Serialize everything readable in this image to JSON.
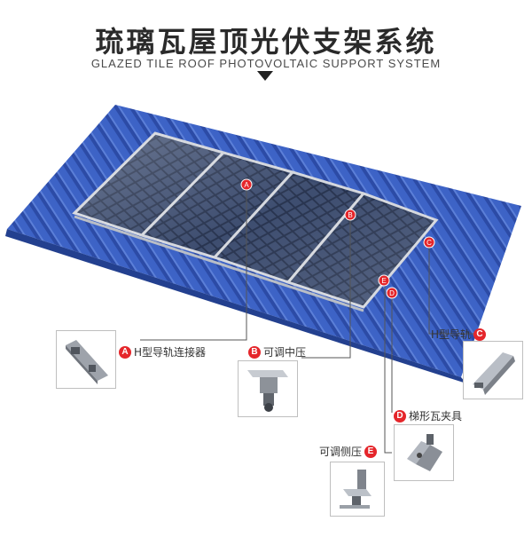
{
  "header": {
    "title": "琉璃瓦屋顶光伏支架系统",
    "subtitle": "GLAZED TILE ROOF PHOTOVOLTAIC SUPPORT SYSTEM"
  },
  "markers": [
    {
      "letter": "A"
    },
    {
      "letter": "B"
    },
    {
      "letter": "C"
    },
    {
      "letter": "D"
    },
    {
      "letter": "E"
    }
  ],
  "components": [
    {
      "letter": "A",
      "label": "H型导轨连接器"
    },
    {
      "letter": "B",
      "label": "可调中压"
    },
    {
      "letter": "C",
      "label": "H型导轨"
    },
    {
      "letter": "D",
      "label": "梯形瓦夹具"
    },
    {
      "letter": "E",
      "label": "可调侧压"
    }
  ],
  "colors": {
    "roof": "#3c5fc2",
    "roof_dark": "#2b47a0",
    "panel": "#2a3550",
    "frame": "#c8ccd3",
    "accent": "#e5262b"
  }
}
